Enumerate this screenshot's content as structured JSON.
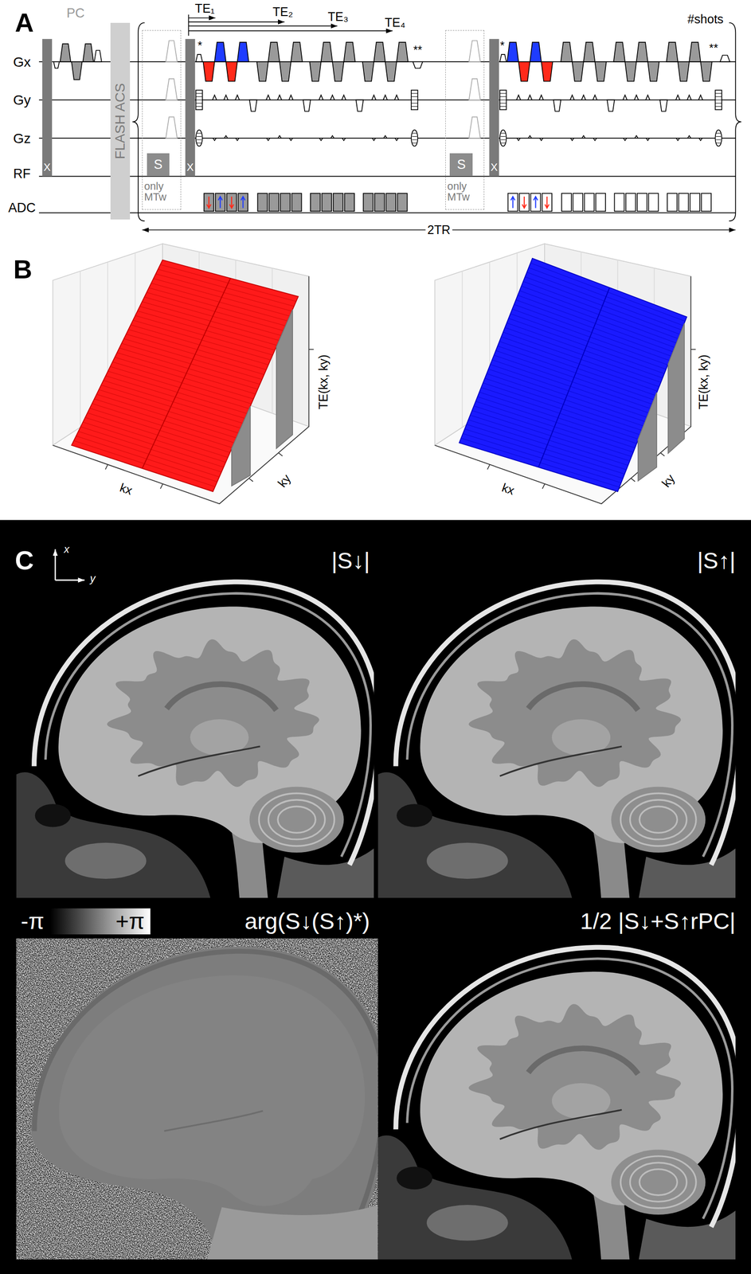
{
  "diagram": {
    "nodes": [
      {
        "text": [
          "FLASH ACS"
        ]
      },
      {
        "text": [
          "only MTw"
        ]
      },
      {
        "text": [
          "S"
        ],
        "in": 1
      },
      {
        "text": [
          "only MTw"
        ]
      },
      {
        "text": [
          "S"
        ],
        "in": 3
      }
    ],
    "labels": [
      "A",
      "PC",
      "TE₁",
      "TE₂",
      "TE₃",
      "TE₄",
      "#shots",
      "Gx",
      "Gy",
      "Gz",
      "RF",
      "ADC",
      "*",
      "**",
      "*",
      "**",
      "X",
      "X",
      "X",
      "2TR",
      "B",
      "TE(kx, ky)",
      "kx",
      "ky",
      "TE(kx, ky)",
      "kx",
      "ky",
      "C",
      "x",
      "y",
      "|S↓|",
      "|S↑|",
      "-π",
      "+π",
      "arg(S↓(S↑)*)",
      "1/2 |S↓+S↑rPC|"
    ]
  }
}
